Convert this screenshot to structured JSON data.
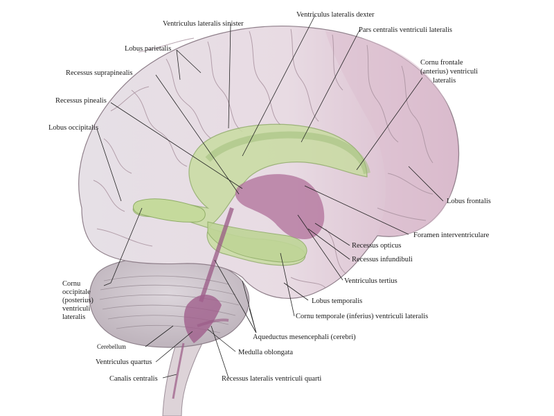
{
  "labels": {
    "ventriculus_lateralis_sinister": "Ventriculus lateralis sinister",
    "ventriculus_lateralis_dexter": "Ventriculus lateralis dexter",
    "pars_centralis": "Pars centralis ventriculi lateralis",
    "lobus_parietalis": "Lobus parietalis",
    "recessus_suprapinealis": "Recessus suprapinealis",
    "recessus_pinealis": "Recessus pinealis",
    "lobus_occipitalis": "Lobus occipitalis",
    "cornu_frontale_1": "Cornu frontale",
    "cornu_frontale_2": "(anterius) ventriculi",
    "cornu_frontale_3": "lateralis",
    "lobus_frontalis": "Lobus frontalis",
    "foramen": "Foramen interventriculare",
    "recessus_opticus": "Recessus opticus",
    "recessus_infundibuli": "Recessus infundibuli",
    "ventriculus_tertius": "Ventriculus tertius",
    "lobus_temporalis": "Lobus temporalis",
    "cornu_temporale": "Cornu temporale (inferius) ventriculi lateralis",
    "cornu_occipitale_1": "Cornu",
    "cornu_occipitale_2": "occipitale",
    "cornu_occipitale_3": "(posterius)",
    "cornu_occipitale_4": "ventriculi",
    "cornu_occipitale_5": "lateralis",
    "cerebellum": "Cerebellum",
    "ventriculus_quartus": "Ventriculus quartus",
    "canalis_centralis": "Canalis centralis",
    "aqueductus": "Aqueductus mesencephali (cerebri)",
    "medulla_oblongata": "Medulla oblongata",
    "recessus_lateralis": "Recessus lateralis ventriculi quarti"
  },
  "colors": {
    "cortex": "#e9dde3",
    "cortex_shade": "#d2bcc8",
    "frontal_tint": "#dcbfd0",
    "ventricle_green": "#c9dca2",
    "ventricle_green_dark": "#9fbb72",
    "third_ventricle_purple": "#b0709a",
    "cerebellum": "#cfc4cc",
    "brainstem": "#ddd3d8"
  }
}
